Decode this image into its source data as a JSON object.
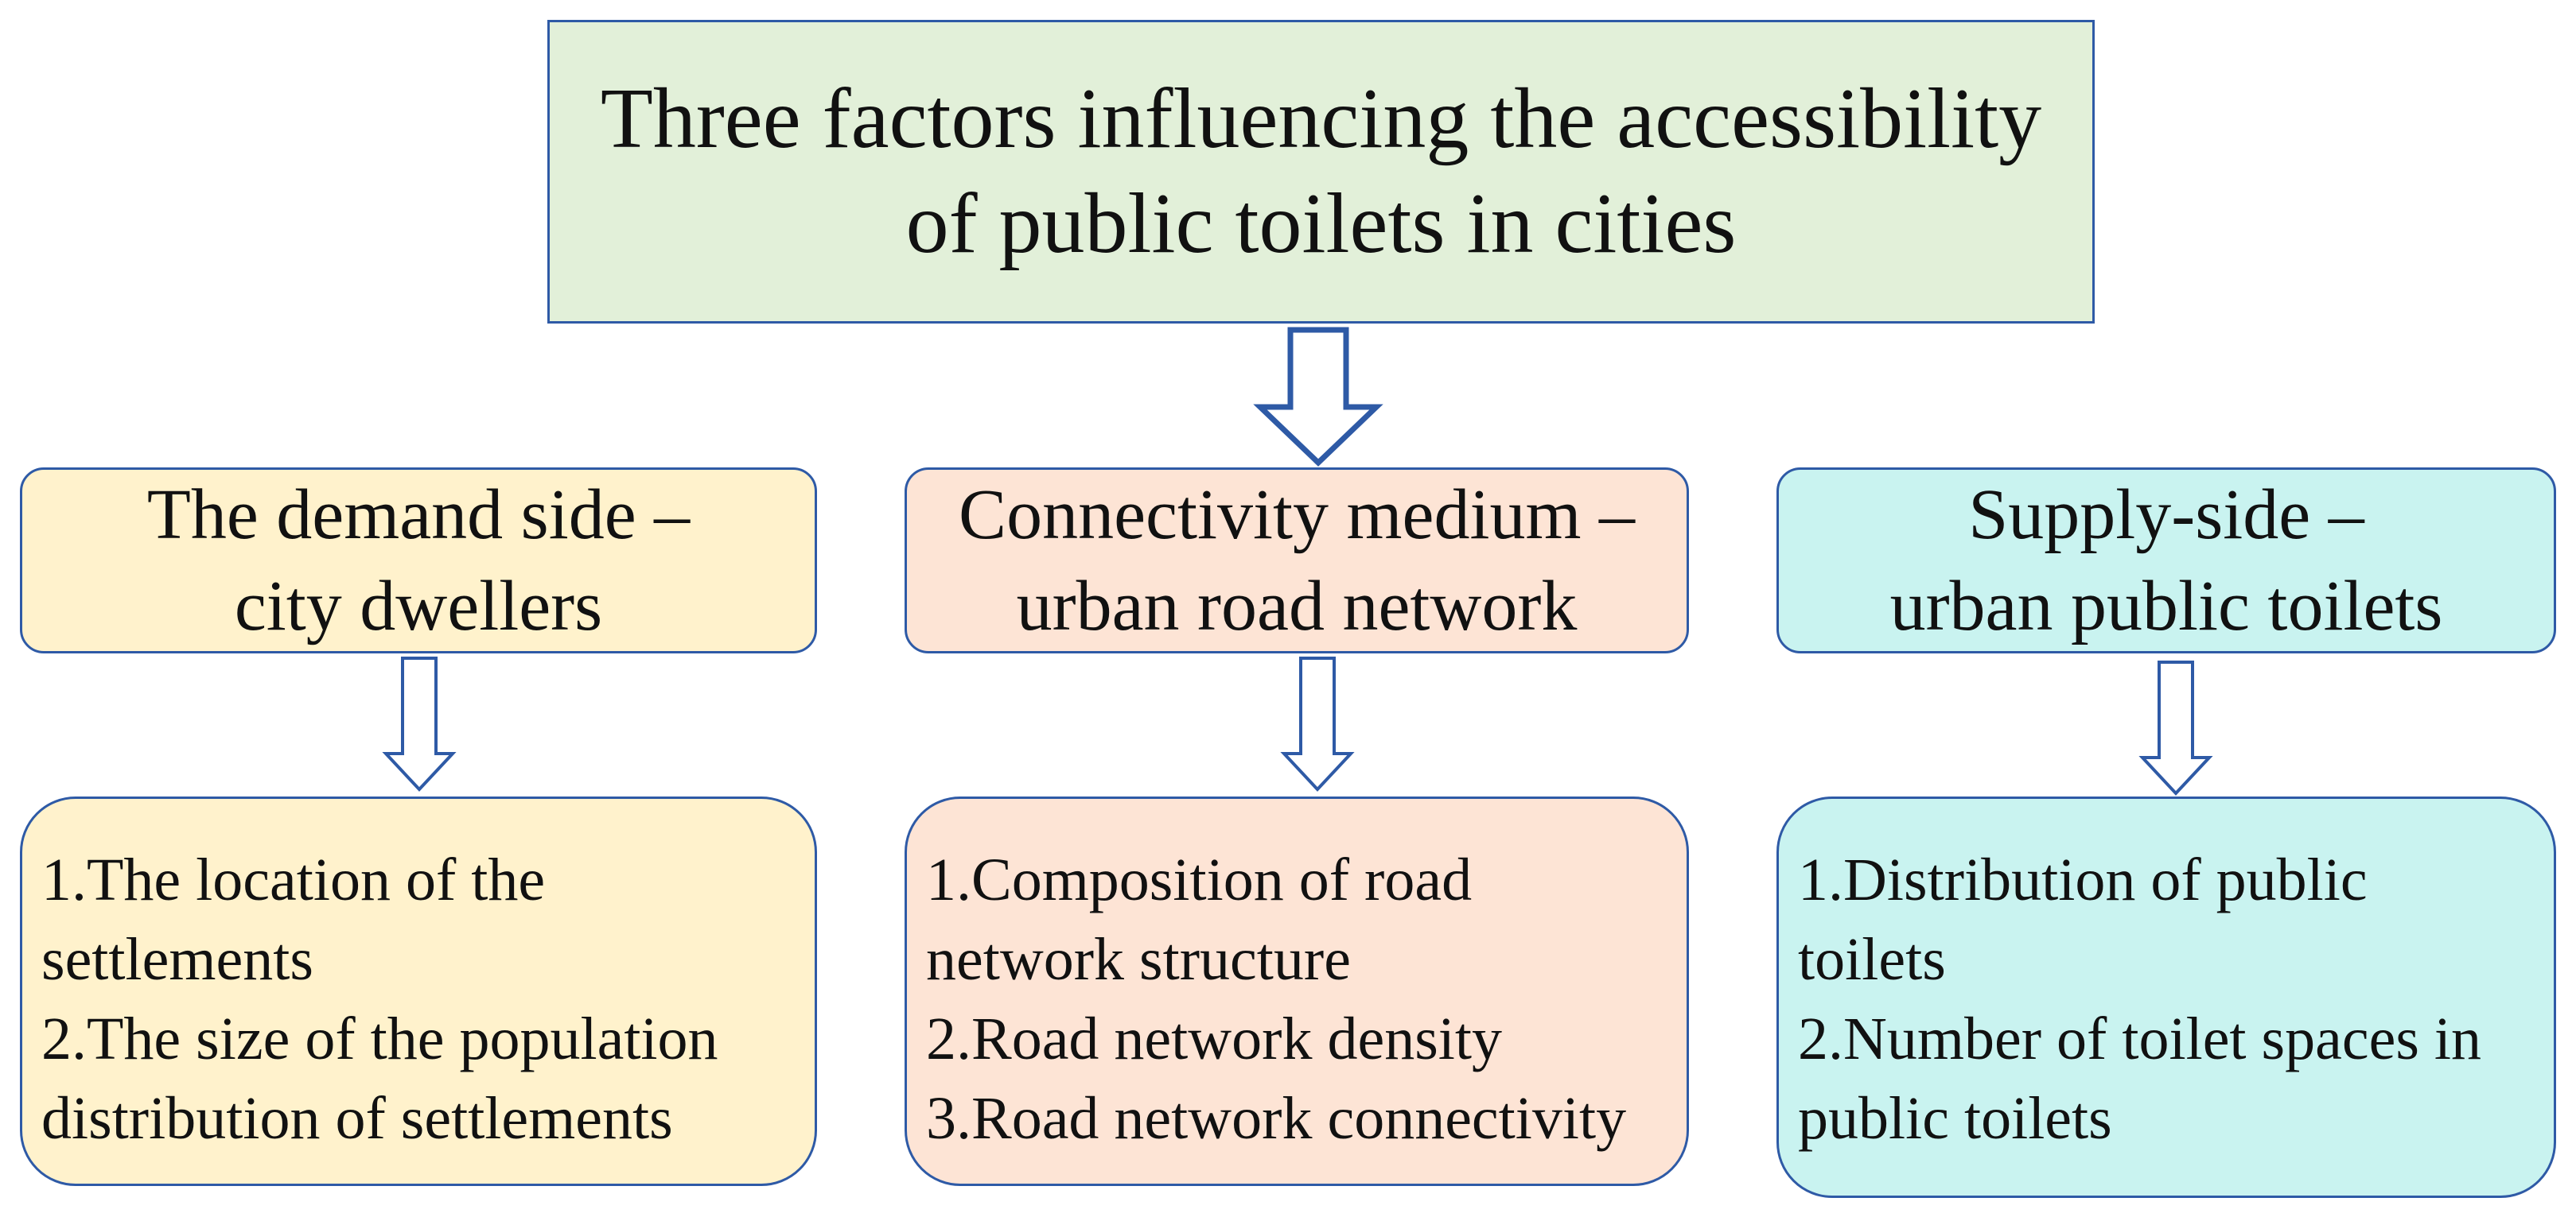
{
  "title": {
    "line1": "Three factors influencing the accessibility",
    "line2": "of public toilets in cities"
  },
  "factors": [
    {
      "heading_line1": "The demand side –",
      "heading_line2": "city dwellers",
      "details": [
        "1.The location of the",
        "settlements",
        "2.The size of the population",
        "distribution of settlements"
      ]
    },
    {
      "heading_line1": "Connectivity medium –",
      "heading_line2": "urban road network",
      "details": [
        "1.Composition of road",
        "network structure",
        "2.Road network density",
        "3.Road network connectivity"
      ]
    },
    {
      "heading_line1": "Supply-side –",
      "heading_line2": "urban public toilets",
      "details": [
        "1.Distribution of public",
        "toilets",
        "2.Number of toilet spaces in",
        "public toilets"
      ]
    }
  ],
  "colors": {
    "border": "#2e5aa6",
    "title_fill": "#e2f0d9",
    "demand_fill": "#fff2cc",
    "medium_fill": "#fde4d5",
    "supply_fill": "#c9f3f0"
  }
}
